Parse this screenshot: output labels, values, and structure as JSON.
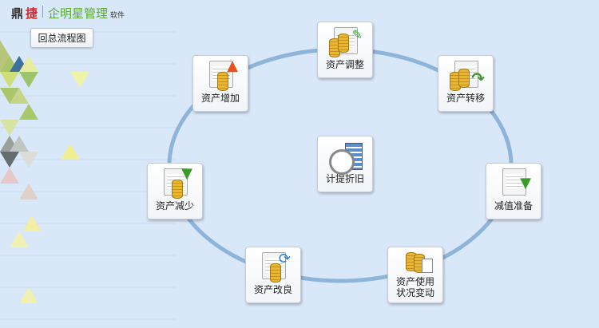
{
  "logo": {
    "brand1": "鼎",
    "brand2": "捷",
    "product": "企明星管理",
    "suffix": "软件"
  },
  "flow_button": "回总流程图",
  "cards": {
    "adjust": "资产调整",
    "transfer": "资产转移",
    "add": "资产增加",
    "depreciation": "计提折旧",
    "reduce": "资产减少",
    "impairment": "减值准备",
    "improve": "资产改良",
    "usage_line1": "资产使用",
    "usage_line2": "状况变动"
  },
  "colors": {
    "background": "#d9e8f9",
    "ring": "#8fb4d9"
  }
}
